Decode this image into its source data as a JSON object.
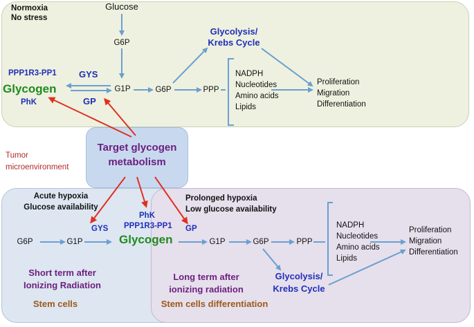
{
  "top_panel": {
    "condition": "Normoxia\nNo stress",
    "glucose": "Glucose",
    "g6p_upper": "G6P",
    "glycolysis": "Glycolysis/\nKrebs Cycle",
    "ppp_r3": "PPP1R3-PP1",
    "gys": "GYS",
    "glycogen": "Glycogen",
    "g1p": "G1P",
    "g6p": "G6P",
    "ppp": "PPP",
    "phk": "PhK",
    "gp": "GP",
    "products": "NADPH\nNucleotides\nAmino acids\nLipids",
    "outcomes": "Proliferation\nMigration\nDifferentiation"
  },
  "center": {
    "tumor": "Tumor\nmicroenvironment",
    "target": "Target glycogen\nmetabolism"
  },
  "left_panel": {
    "condition": "Acute hypoxia\nGlucose availability",
    "g6p": "G6P",
    "g1p": "G1P",
    "gys": "GYS",
    "radiation": "Short term after\nIonizing Radiation",
    "cells": "Stem cells"
  },
  "shared": {
    "phk": "PhK",
    "ppp_r3": "PPP1R3-PP1",
    "glycogen": "Glycogen"
  },
  "right_panel": {
    "condition": "Prolonged hypoxia\nLow glucose availability",
    "gp": "GP",
    "g1p": "G1P",
    "g6p": "G6P",
    "ppp": "PPP",
    "products": "NADPH\nNucleotides\nAmino acids\nLipids",
    "outcomes": "Proliferation\nMigration\nDifferentiation",
    "glycolysis": "Glycolysis/\nKrebs Cycle",
    "radiation": "Long term after\nionizing radiation",
    "cells": "Stem cells differentiation"
  },
  "colors": {
    "flow_arrow": "#6a9fd0",
    "target_arrow": "#e0301e",
    "enzyme": "#1f2fb8",
    "glycogen": "#1f8a1f",
    "purple": "#6b1f7e",
    "brown": "#9a5a1a"
  }
}
